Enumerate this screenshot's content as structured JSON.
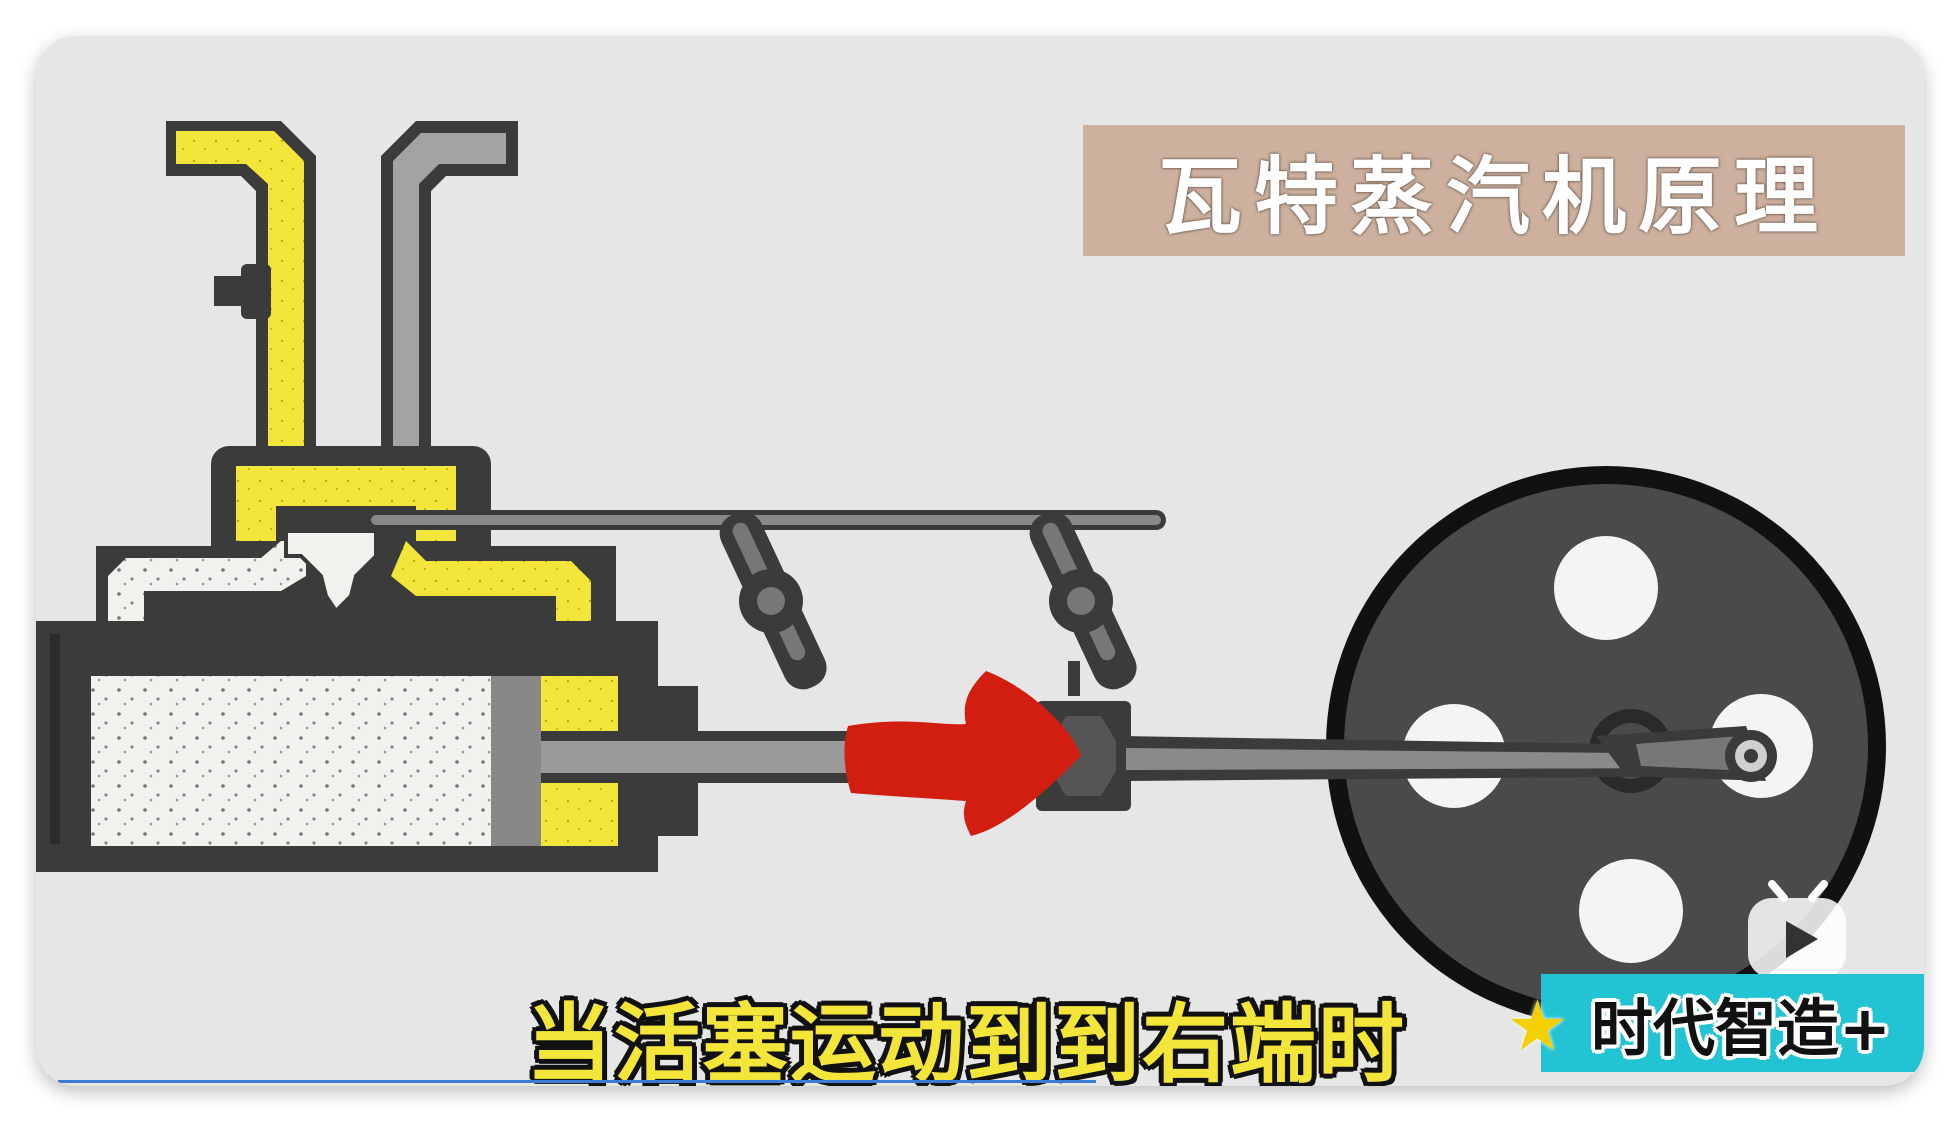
{
  "title": "瓦特蒸汽机原理",
  "subtitle": "当活塞运动到到右端时",
  "brand": {
    "name": "时代智造+",
    "star_icon": "star-icon",
    "badge_color": "#22c3d3"
  },
  "player": {
    "play_icon": "play-icon",
    "progress": 0.55
  },
  "colors": {
    "steam_yellow": "#f3e53a",
    "metal_gray": "#4a4a4a",
    "arrow_red": "#d21e10",
    "banner": "#cdb09e"
  }
}
